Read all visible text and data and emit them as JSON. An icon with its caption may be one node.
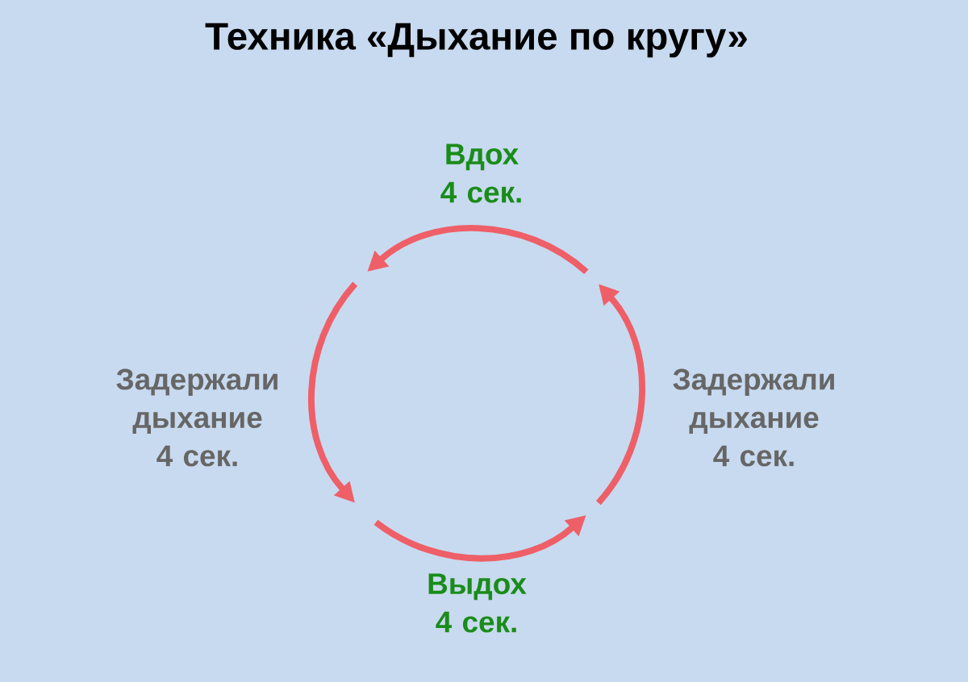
{
  "diagram": {
    "title": "Техника «Дыхание по кругу»",
    "nodes": [
      {
        "text": [
          "Вдох 4 сек."
        ]
      },
      {
        "text": [
          "Задержали дыхание 4 сек."
        ]
      },
      {
        "text": [
          "Выдох 4 сек."
        ]
      },
      {
        "text": [
          "Задержали дыхание 4 сек."
        ]
      }
    ]
  }
}
